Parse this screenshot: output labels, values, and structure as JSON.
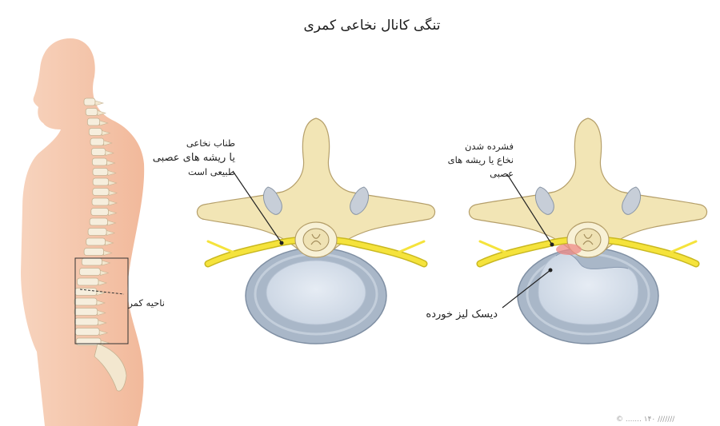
{
  "title": "تنگی کانال نخاعی کمری",
  "labels": {
    "normal_line1": "طناب نخاعی",
    "normal_line2": "یا ریشه های عصبی",
    "normal_line3": "طبیعی است",
    "lumbar_region": "ناحیه کمر",
    "compressed_line1": "فشرده شدن",
    "compressed_line2": "نخاع یا ریشه های",
    "compressed_line3": "عصبی",
    "herniated_disc": "دیسک لیز خورده"
  },
  "watermark": "© .......  ۱۴۰  ///////",
  "colors": {
    "skin": "#f6c9ae",
    "bone": "#f2e6b8",
    "nerve": "#f5e23a",
    "disc_outer": "#aab8c9",
    "disc_inner": "#d9e1ec",
    "compression": "#ee8a86"
  }
}
